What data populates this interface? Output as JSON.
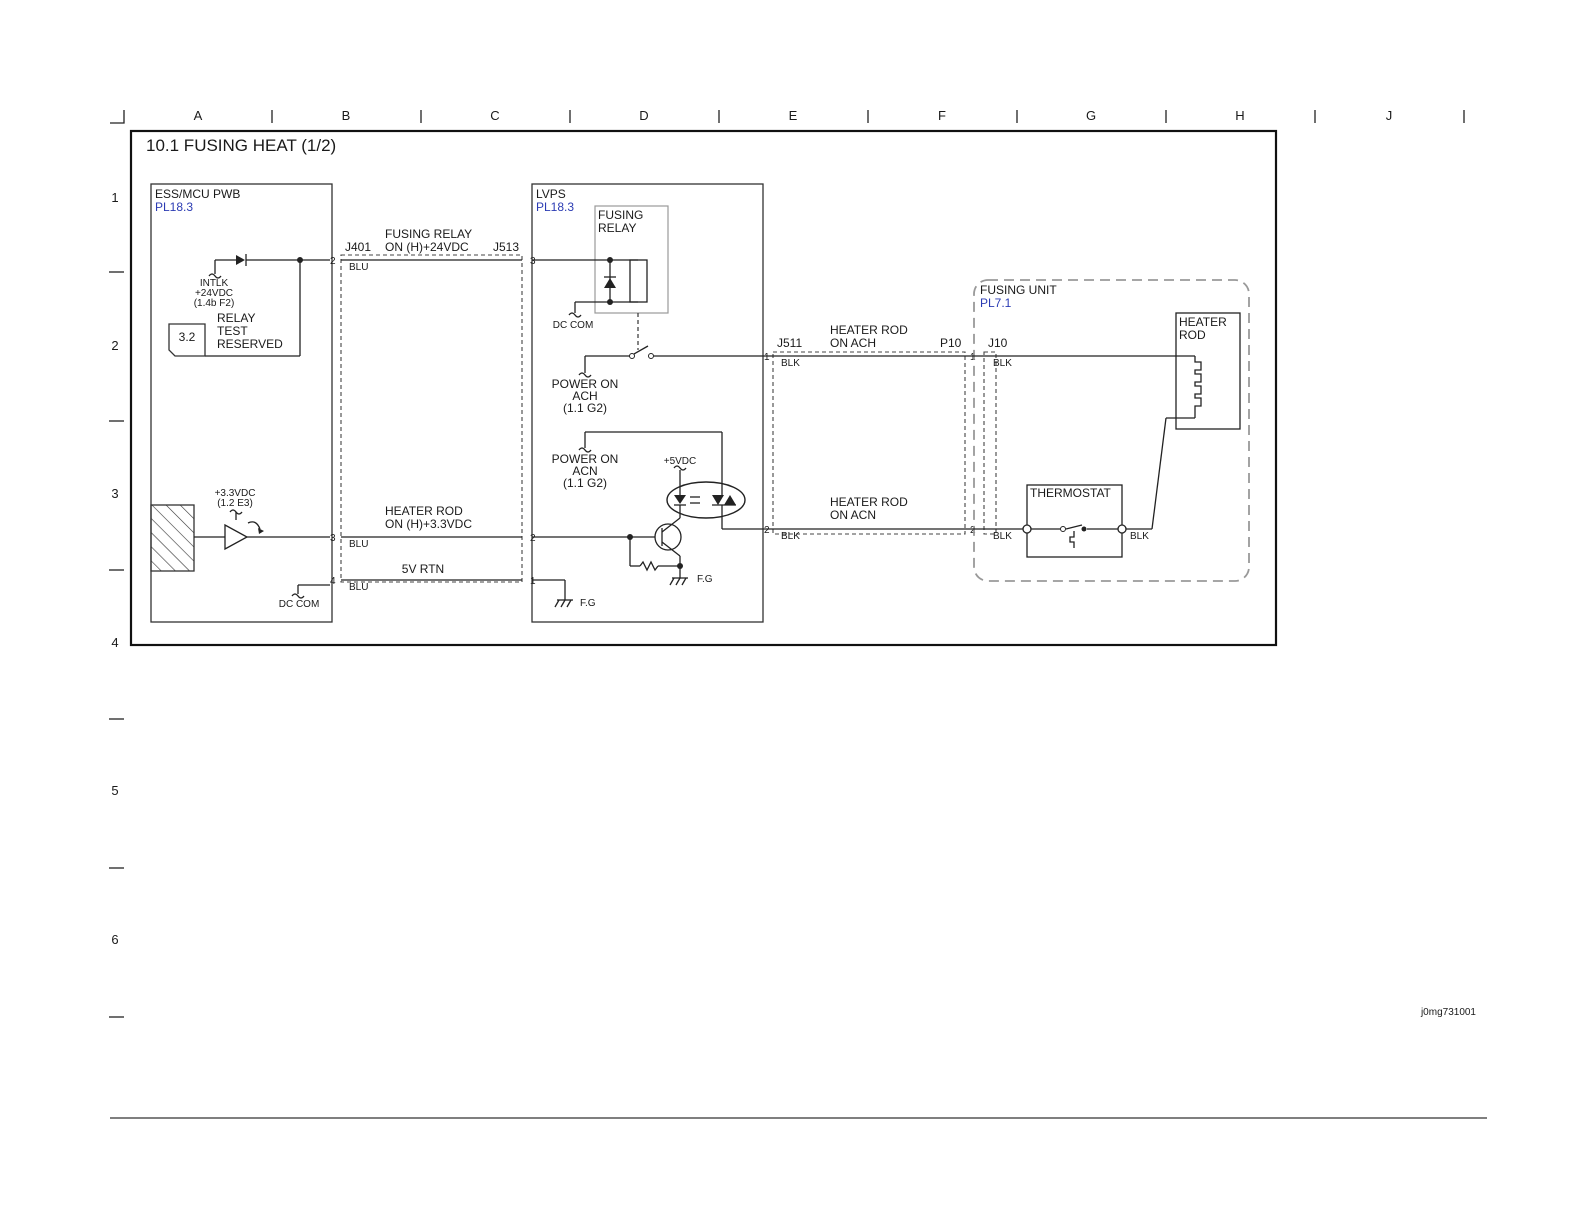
{
  "grid": {
    "columns": [
      "A",
      "B",
      "C",
      "D",
      "E",
      "F",
      "G",
      "H",
      "J"
    ],
    "rows": [
      "1",
      "2",
      "3",
      "4",
      "5",
      "6"
    ]
  },
  "title": "10.1 FUSING HEAT (1/2)",
  "ess": {
    "name": "ESS/MCU PWB",
    "ref": "PL18.3",
    "intlk": [
      "INTLK",
      "+24VDC",
      "(1.4b F2)"
    ],
    "ref_box": "3.2",
    "relay_test": [
      "RELAY",
      "TEST",
      "RESERVED"
    ],
    "v33": [
      "+3.3VDC",
      "(1.2 E3)"
    ],
    "dccom": "DC COM"
  },
  "connectors": {
    "j401": "J401",
    "j513": "J513",
    "j511": "J511",
    "p10": "P10",
    "j10": "J10",
    "pins": {
      "p2": "2",
      "p3": "3",
      "p4": "4",
      "p1": "1"
    },
    "blu": "BLU",
    "blk": "BLK"
  },
  "signals": {
    "fusing_relay": [
      "FUSING RELAY",
      "ON (H)+24VDC"
    ],
    "heater_rod_on": [
      "HEATER ROD",
      "ON (H)+3.3VDC"
    ],
    "rtn": "5V RTN",
    "heater_ach": [
      "HEATER ROD",
      "ON ACH"
    ],
    "heater_acn": [
      "HEATER ROD",
      "ON ACN"
    ]
  },
  "lvps": {
    "name": "LVPS",
    "ref": "PL18.3",
    "relay": [
      "FUSING",
      "RELAY"
    ],
    "dccom": "DC COM",
    "power_ach": [
      "POWER ON",
      "ACH",
      "(1.1 G2)"
    ],
    "power_acn": [
      "POWER ON",
      "ACN",
      "(1.1 G2)"
    ],
    "v5": "+5VDC",
    "fg": "F.G"
  },
  "fusing_unit": {
    "name": "FUSING UNIT",
    "ref": "PL7.1",
    "heater": [
      "HEATER",
      "ROD"
    ],
    "thermostat": "THERMOSTAT"
  },
  "footer_code": "j0mg731001"
}
